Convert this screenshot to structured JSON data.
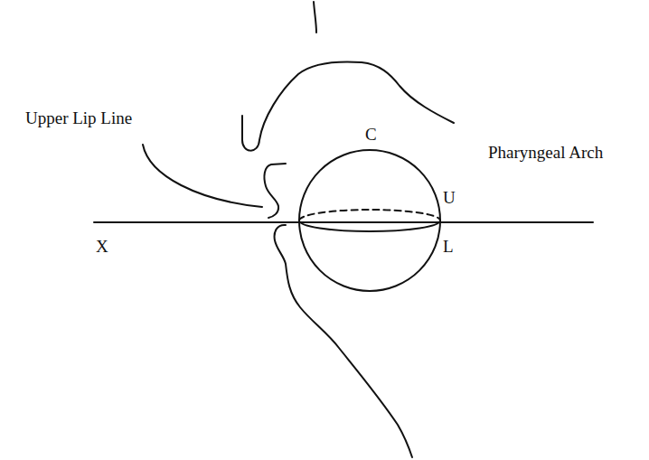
{
  "diagram": {
    "labels": [
      "Upper Lip Line",
      "C",
      "Pharyngeal Arch",
      "U",
      "X",
      "L"
    ]
  }
}
